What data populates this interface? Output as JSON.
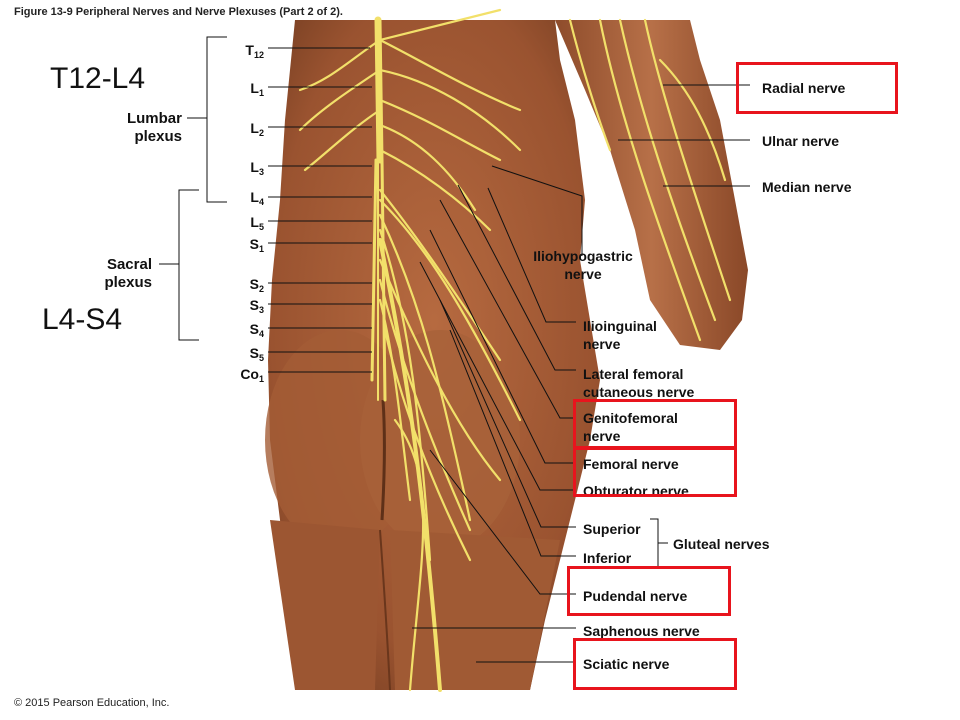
{
  "figure_title": "Figure 13-9 Peripheral Nerves and Nerve Plexuses (Part 2 of 2).",
  "copyright": "© 2015 Pearson Education, Inc.",
  "annotations": {
    "upper": "T12-L4",
    "lower": "L4-S4"
  },
  "groups": {
    "lumbar": "Lumbar plexus",
    "sacral": "Sacral plexus"
  },
  "segments": [
    {
      "base": "T",
      "sub": "12"
    },
    {
      "base": "L",
      "sub": "1"
    },
    {
      "base": "L",
      "sub": "2"
    },
    {
      "base": "L",
      "sub": "3"
    },
    {
      "base": "L",
      "sub": "4"
    },
    {
      "base": "L",
      "sub": "5"
    },
    {
      "base": "S",
      "sub": "1"
    },
    {
      "base": "S",
      "sub": "2"
    },
    {
      "base": "S",
      "sub": "3"
    },
    {
      "base": "S",
      "sub": "4"
    },
    {
      "base": "S",
      "sub": "5"
    },
    {
      "base": "Co",
      "sub": "1"
    }
  ],
  "nerves": {
    "radial": "Radial nerve",
    "ulnar": "Ulnar nerve",
    "median": "Median nerve",
    "iliohypogastric": "Iliohypogastric nerve",
    "ilioinguinal": "Ilioinguinal nerve",
    "lateral_femoral": "Lateral femoral cutaneous nerve",
    "genitofemoral": "Genitofemoral nerve",
    "femoral": "Femoral nerve",
    "obturator": "Obturator nerve",
    "superior": "Superior",
    "inferior": "Inferior",
    "gluteal": "Gluteal nerves",
    "pudendal": "Pudendal nerve",
    "saphenous": "Saphenous nerve",
    "sciatic": "Sciatic nerve"
  },
  "colors": {
    "skin": "#a05a34",
    "skin_dark": "#7a3f22",
    "nerve": "#f2e06a",
    "highlight": "#e8141d"
  }
}
